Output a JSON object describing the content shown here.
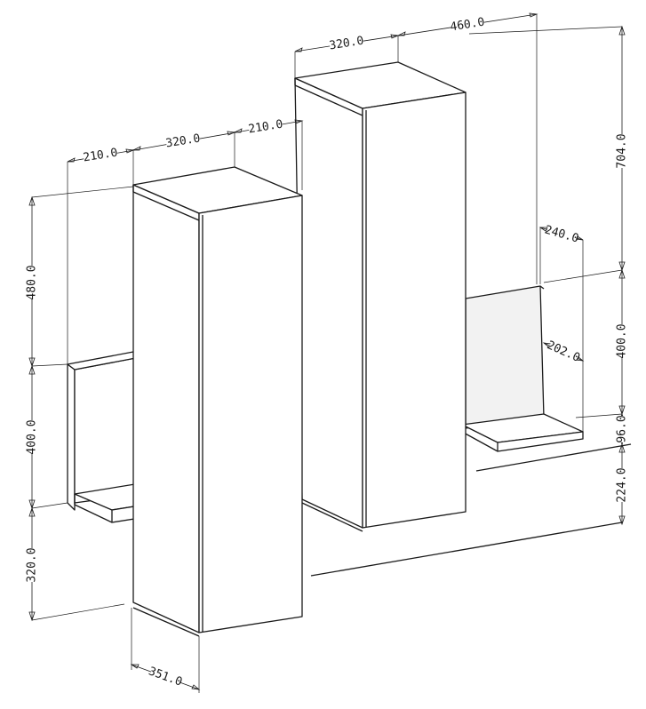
{
  "dimensions": {
    "left_depth_left": "210.0",
    "left_width": "320.0",
    "left_depth_right": "210.0",
    "right_width": "320.0",
    "right_span": "460.0",
    "left_upper_height": "480.0",
    "left_middle_height": "400.0",
    "left_lower_height": "320.0",
    "right_total_height": "704.0",
    "right_shelf_depth": "240.0",
    "right_back_depth": "202.0",
    "right_middle_height": "400.0",
    "right_small_gap": "96.0",
    "right_bottom_height": "224.0",
    "bottom_depth": "351.0"
  }
}
